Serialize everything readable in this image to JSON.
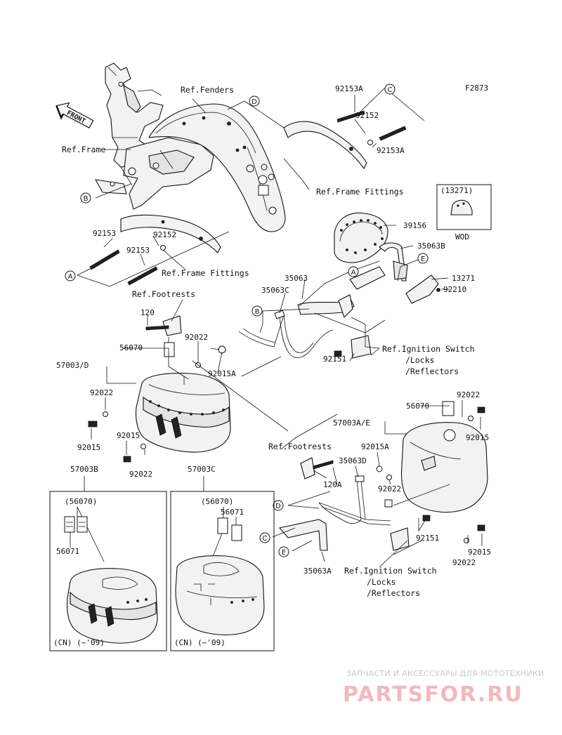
{
  "figure_code": "F2873",
  "front_label": "FRONT",
  "refs": {
    "fenders": "Ref.Fenders",
    "frame": "Ref.Frame",
    "frame_fittings_right": "Ref.Frame Fittings",
    "frame_fittings_left": "Ref.Frame Fittings",
    "footrests_top": "Ref.Footrests",
    "footrests_bottom": "Ref.Footrests",
    "ignition_top": [
      "Ref.Ignition Switch",
      "/Locks",
      "/Reflectors"
    ],
    "ignition_bottom": [
      "Ref.Ignition Switch",
      "/Locks",
      "/Reflectors"
    ]
  },
  "callouts": [
    "A",
    "B",
    "C",
    "D",
    "E"
  ],
  "parts": {
    "p92153A_top": "92153A",
    "p92152_top": "92152",
    "p92153A_mid": "92153A",
    "p92153_a": "92153",
    "p92152_left": "92152",
    "p92153_b": "92153",
    "p39156": "39156",
    "p35063B": "35063B",
    "p13271": "13271",
    "p92210": "92210",
    "p35063": "35063",
    "p35063C": "35063C",
    "p120": "120",
    "p56070_top": "56070",
    "p57003D": "57003/D",
    "p92022_a": "92022",
    "p92015A_a": "92015A",
    "p92151_a": "92151",
    "p92022_b": "92022",
    "p92015_a": "92015",
    "p92015_b": "92015",
    "p92022_c": "92022",
    "p92022_r1": "92022",
    "p56070_r": "56070",
    "p57003AE": "57003A/E",
    "p92015_r1": "92015",
    "p92015A_b": "92015A",
    "p35063D": "35063D",
    "p120A": "120A",
    "p92022_r2": "92022",
    "p92151_b": "92151",
    "p92015_r2": "92015",
    "p92022_r3": "92022",
    "p35063A": "35063A"
  },
  "inset_13271": {
    "code": "(13271)",
    "label": "WOD"
  },
  "inset_57003B": {
    "title": "57003B",
    "p56070": "(56070)",
    "p56071": "56071",
    "footer": "(CN) (~'09)"
  },
  "inset_57003C": {
    "title": "57003C",
    "p56070": "(56070)",
    "p56071": "56071",
    "footer": "(CN) (~'09)"
  },
  "watermark": {
    "line1": "ЗАПЧАСТИ И АКСЕССУАРЫ ДЛЯ МОТОТЕХНИКИ",
    "line2": "PARTSFOR.RU"
  }
}
